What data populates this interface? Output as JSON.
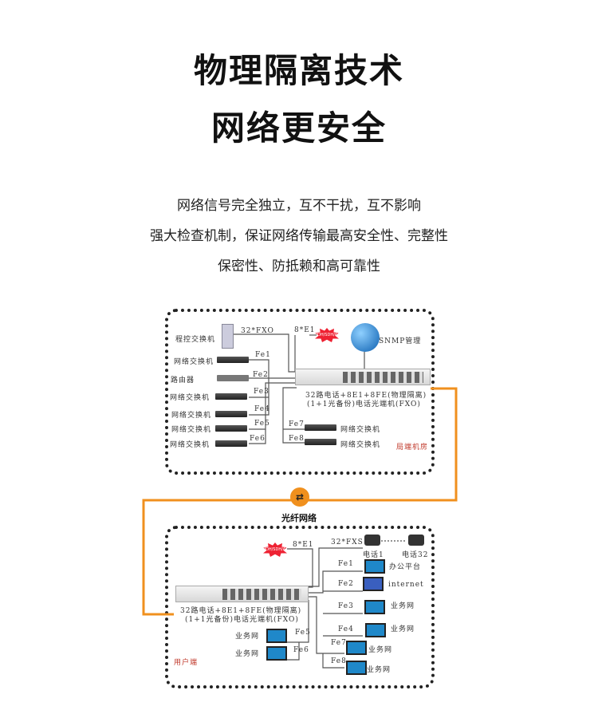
{
  "title": {
    "line1": "物理隔离技术",
    "line2": "网络更安全"
  },
  "body": [
    "网络信号完全独立，互不干扰，互不影响",
    "强大检查机制，保证网络传输最高安全性、完整性",
    "保密性、防抵赖和高可靠性"
  ],
  "colors": {
    "fiber": "#f0901e",
    "site_label": "#c0392b"
  },
  "top": {
    "pbx": "程控交换机",
    "fxo": "32*FXO",
    "e1": "8*E1",
    "sdh": "PDH/SDH/ATM",
    "snmp": "SNMP管理",
    "left": [
      {
        "name": "网络交换机",
        "port": "Fe1"
      },
      {
        "name": "路由器",
        "port": "Fe2"
      },
      {
        "name": "网络交换机",
        "port": "Fe3"
      },
      {
        "name": "网络交换机",
        "port": "Fe4"
      },
      {
        "name": "网络交换机",
        "port": "Fe5"
      },
      {
        "name": "网络交换机",
        "port": "Fe6"
      }
    ],
    "right": [
      {
        "name": "网络交换机",
        "port": "Fe7"
      },
      {
        "name": "网络交换机",
        "port": "Fe8"
      }
    ],
    "device_l1": "32路电话+8E1+8FE(物理隔离)",
    "device_l2": "(1+1光备份)电话光端机(FXO)",
    "site": "局端机房"
  },
  "fiber_label": "光纤网络",
  "bottom": {
    "e1": "8*E1",
    "sdh": "PDH/SDH/ATM",
    "fxs": "32*FXS",
    "phone1": "电话1",
    "phone32": "电话32",
    "right": [
      {
        "port": "Fe1",
        "name": "办公平台"
      },
      {
        "port": "Fe2",
        "name": "internet"
      },
      {
        "port": "Fe3",
        "name": "业务网"
      },
      {
        "port": "Fe4",
        "name": "业务网"
      },
      {
        "port": "Fe7",
        "name": "业务网"
      },
      {
        "port": "Fe8",
        "name": "业务网"
      }
    ],
    "left": [
      {
        "port": "Fe5",
        "name": "业务网"
      },
      {
        "port": "Fe6",
        "name": "业务网"
      }
    ],
    "device_l1": "32路电话+8E1+8FE(物理隔离)",
    "device_l2": "(1+1光备份)电话光端机(FXO)",
    "site": "用户端"
  }
}
